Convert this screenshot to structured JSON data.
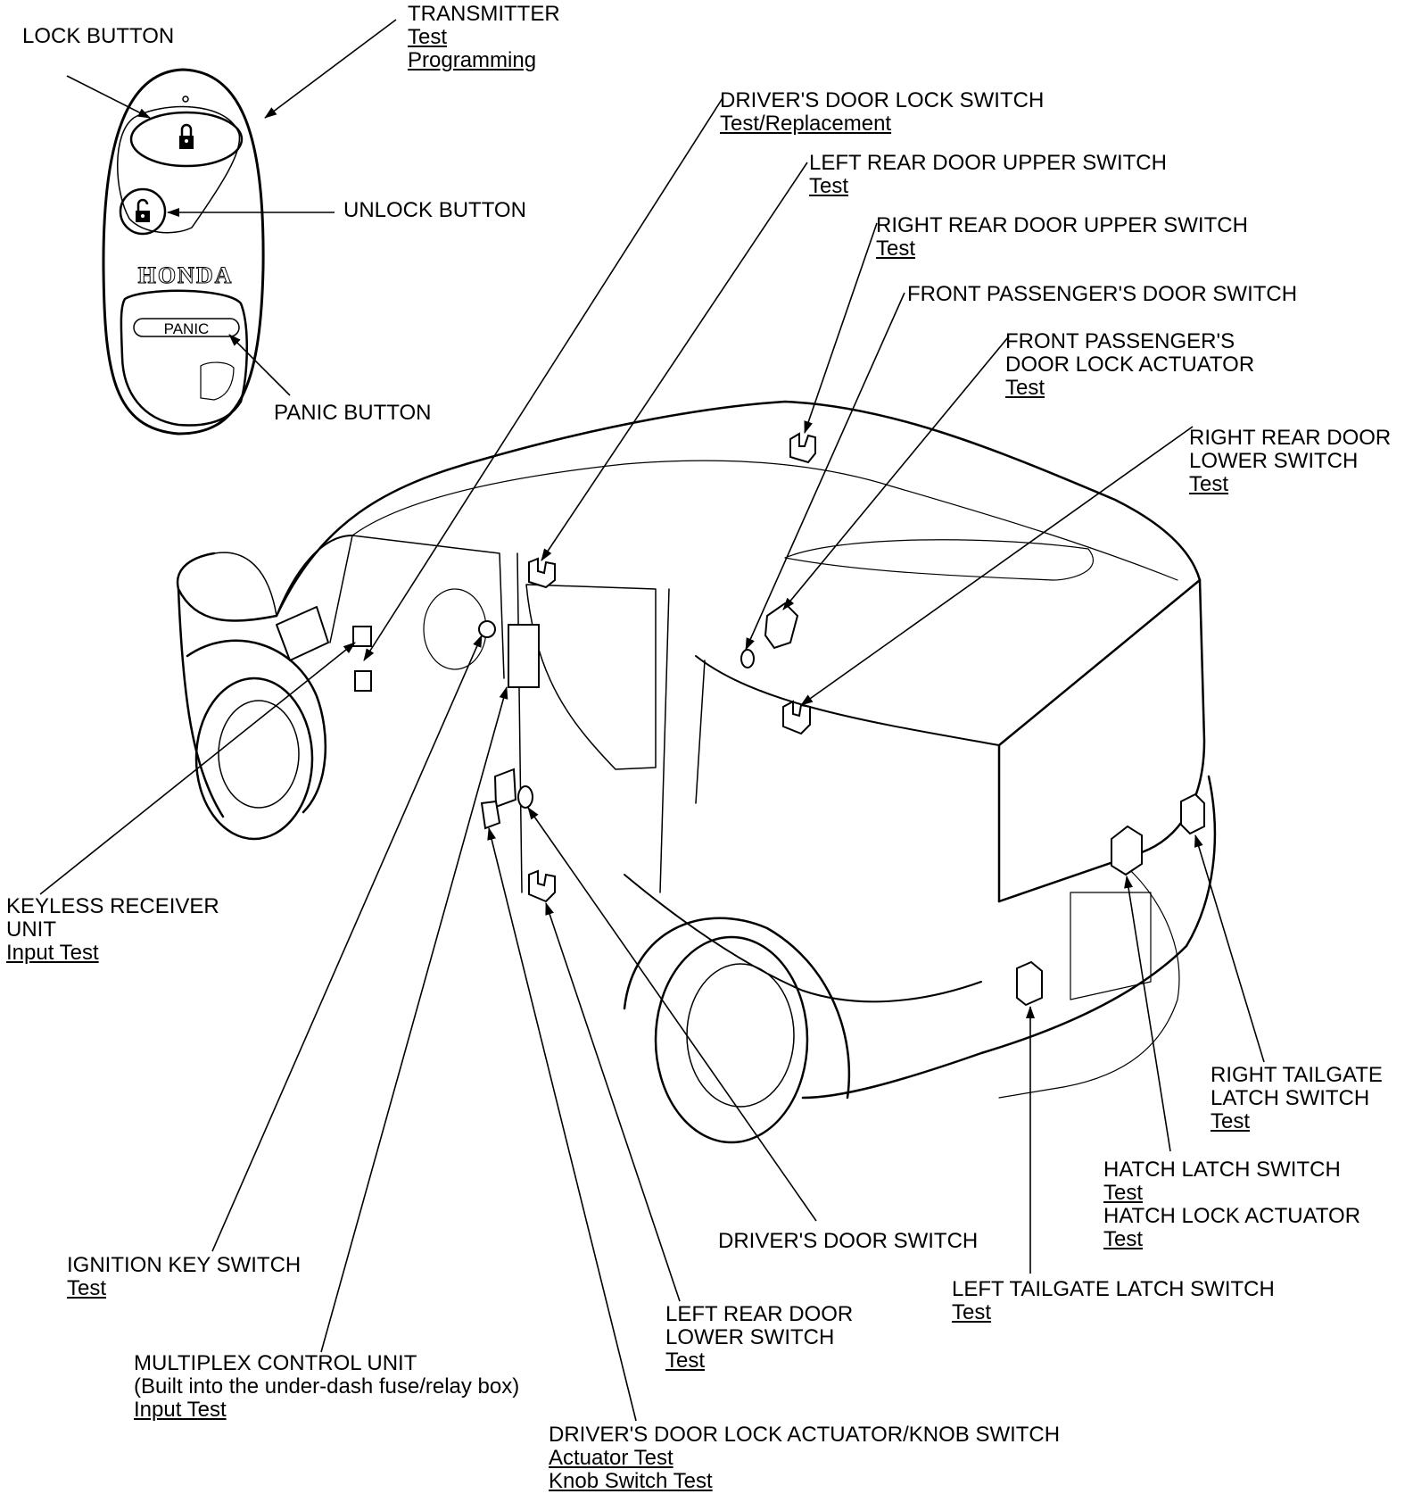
{
  "diagram": {
    "type": "component-location",
    "subject": "Keyless entry / power door lock system component locations",
    "colors": {
      "ink": "#000000",
      "background": "#ffffff"
    },
    "transmitter": {
      "brand_text": "HONDA",
      "panic_text": "PANIC",
      "buttons": [
        "lock",
        "unlock",
        "panic"
      ]
    },
    "labels": {
      "transmitter": {
        "title": "TRANSMITTER",
        "links": [
          "Test",
          "Programming"
        ]
      },
      "lock_button": {
        "title": "LOCK BUTTON",
        "links": []
      },
      "unlock_button": {
        "title": "UNLOCK BUTTON",
        "links": []
      },
      "panic_button": {
        "title": "PANIC BUTTON",
        "links": []
      },
      "drivers_door_lock_switch": {
        "title": "DRIVER'S DOOR LOCK SWITCH",
        "links": [
          "Test/Replacement"
        ]
      },
      "left_rear_door_upper_switch": {
        "title": "LEFT REAR DOOR UPPER SWITCH",
        "links": [
          "Test"
        ]
      },
      "right_rear_door_upper_switch": {
        "title": "RIGHT REAR DOOR UPPER SWITCH",
        "links": [
          "Test"
        ]
      },
      "front_passengers_door_switch": {
        "title": "FRONT PASSENGER'S DOOR SWITCH",
        "links": []
      },
      "front_passengers_door_lock_actuator": {
        "title_lines": [
          "FRONT PASSENGER'S",
          "DOOR LOCK ACTUATOR"
        ],
        "links": [
          "Test"
        ]
      },
      "right_rear_door_lower_switch": {
        "title_lines": [
          "RIGHT REAR DOOR",
          "LOWER SWITCH"
        ],
        "links": [
          "Test"
        ]
      },
      "keyless_receiver_unit": {
        "title_lines": [
          "KEYLESS RECEIVER",
          "UNIT"
        ],
        "links": [
          "Input Test"
        ]
      },
      "right_tailgate_latch_switch": {
        "title_lines": [
          "RIGHT TAILGATE",
          "LATCH SWITCH"
        ],
        "links": [
          "Test"
        ]
      },
      "hatch_latch_switch": {
        "title": "HATCH LATCH SWITCH",
        "links": [
          "Test"
        ]
      },
      "hatch_lock_actuator": {
        "title": "HATCH LOCK ACTUATOR",
        "links": [
          "Test"
        ]
      },
      "drivers_door_switch": {
        "title": "DRIVER'S DOOR SWITCH",
        "links": []
      },
      "ignition_key_switch": {
        "title": "IGNITION KEY SWITCH",
        "links": [
          "Test"
        ]
      },
      "left_tailgate_latch_switch": {
        "title": "LEFT TAILGATE LATCH SWITCH",
        "links": [
          "Test"
        ]
      },
      "left_rear_door_lower_switch": {
        "title_lines": [
          "LEFT REAR DOOR",
          "LOWER SWITCH"
        ],
        "links": [
          "Test"
        ]
      },
      "multiplex_control_unit": {
        "title": "MULTIPLEX CONTROL UNIT",
        "note": "(Built into the under-dash fuse/relay box)",
        "links": [
          "Input Test"
        ]
      },
      "drivers_door_lock_actuator_knob_switch": {
        "title": "DRIVER'S DOOR LOCK ACTUATOR/KNOB SWITCH",
        "links": [
          "Actuator Test",
          "Knob Switch Test"
        ]
      }
    }
  }
}
